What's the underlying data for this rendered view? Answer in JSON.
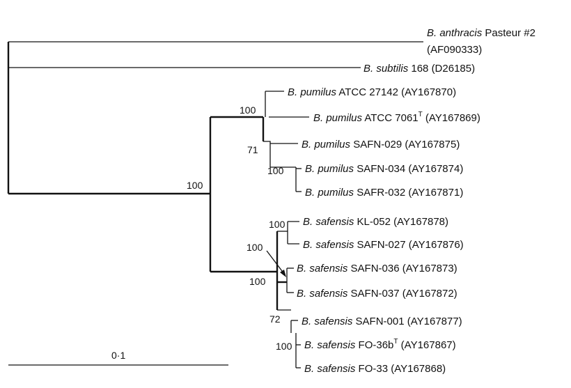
{
  "taxa": [
    {
      "genus_species": "B. anthracis",
      "strain": " Pasteur #2",
      "accession": "(AF090333)"
    },
    {
      "genus_species": "B. subtilis",
      "strain": " 168 (D26185)"
    },
    {
      "genus_species": "B. pumilus",
      "strain": " ATCC 27142 (AY167870)"
    },
    {
      "genus_species": "B. pumilus",
      "strain": " ATCC 7061",
      "sup": "T",
      "strain_after": " (AY167869)"
    },
    {
      "genus_species": "B. pumilus",
      "strain": " SAFN-029 (AY167875)"
    },
    {
      "genus_species": "B. pumilus",
      "strain": " SAFN-034 (AY167874)"
    },
    {
      "genus_species": "B. pumilus",
      "strain": " SAFR-032 (AY167871)"
    },
    {
      "genus_species": "B. safensis",
      "strain": " KL-052 (AY167878)"
    },
    {
      "genus_species": "B. safensis",
      "strain": " SAFN-027 (AY167876)"
    },
    {
      "genus_species": "B. safensis",
      "strain": " SAFN-036 (AY167873)"
    },
    {
      "genus_species": "B. safensis",
      "strain": " SAFN-037 (AY167872)"
    },
    {
      "genus_species": "B. safensis",
      "strain": " SAFN-001 (AY167877)"
    },
    {
      "genus_species": "B. safensis",
      "strain": " FO-36b",
      "sup": "T",
      "strain_after": " (AY167867)"
    },
    {
      "genus_species": "B. safensis",
      "strain": " FO-33 (AY167868)"
    }
  ],
  "bootstrap": {
    "b1": "100",
    "b2": "100",
    "b3": "71",
    "b4": "100",
    "b5": "100",
    "b6": "100",
    "b7": "100",
    "b8": "72",
    "b9": "100"
  },
  "scale_bar": {
    "label": "0·1"
  }
}
